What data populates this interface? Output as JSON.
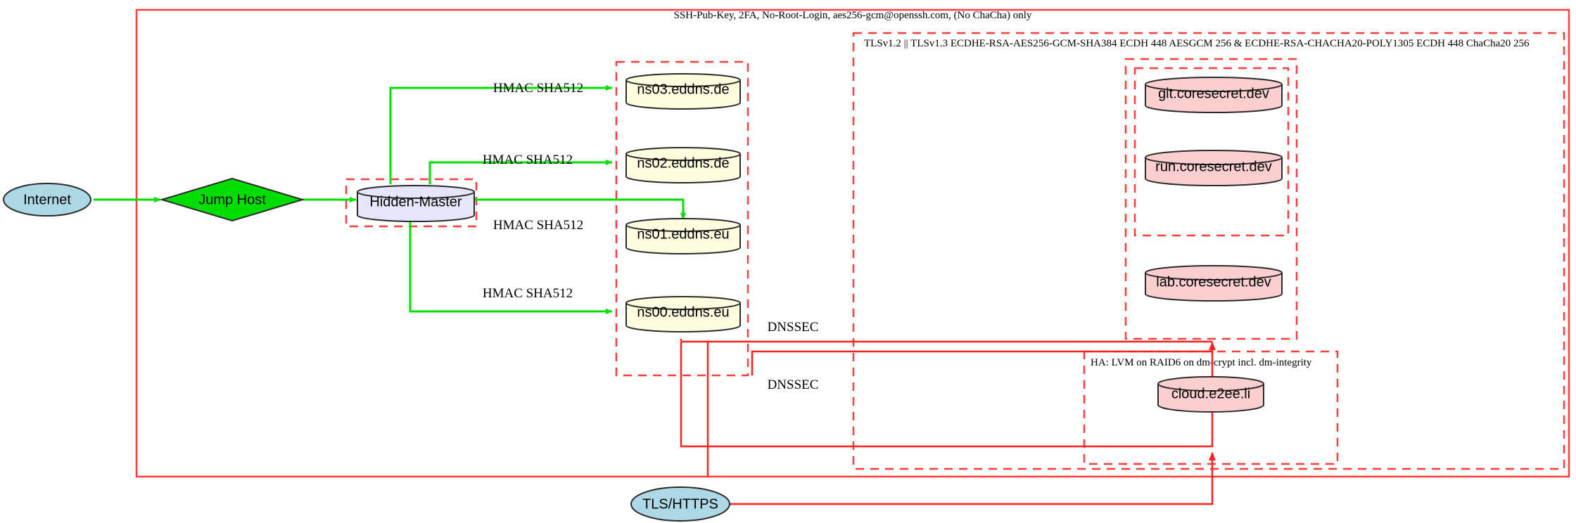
{
  "diagram": {
    "title": "Network security topology",
    "colors": {
      "cluster_border": "#ff3b3b",
      "green_edge": "#00e000",
      "red_edge": "#ff2020",
      "internet_fill": "#add8e6",
      "jumphost_fill": "#00dd00",
      "hidden_master_fill": "#e6e6fa",
      "dns_fill": "#ffffe0",
      "service_fill": "#fbcfcf",
      "node_stroke": "#2a2a2a"
    },
    "clusters": [
      {
        "id": "outer",
        "label": "SSH-Pub-Key, 2FA, No-Root-Login, aes256-gcm@openssh.com, (No ChaCha) only",
        "style": "solid"
      },
      {
        "id": "tls",
        "label": "TLSv1.2 || TLSv1.3 ECDHE-RSA-AES256-GCM-SHA384 ECDH 448 AESGCM 256 & ECDHE-RSA-CHACHA20-POLY1305 ECDH 448 ChaCha20 256",
        "style": "dashed"
      },
      {
        "id": "ha",
        "label": "HA: LVM on RAID6 on dm-crypt incl. dm-integrity",
        "style": "dashed"
      },
      {
        "id": "hidden-master-box",
        "label": "",
        "style": "dashed"
      },
      {
        "id": "dns-box",
        "label": "",
        "style": "dashed"
      },
      {
        "id": "coresecret-box",
        "label": "",
        "style": "dashed"
      },
      {
        "id": "coresecret-inner-box",
        "label": "",
        "style": "dashed"
      }
    ],
    "nodes": {
      "internet": {
        "label": "Internet",
        "shape": "ellipse"
      },
      "jump_host": {
        "label": "Jump Host",
        "shape": "diamond"
      },
      "hidden_master": {
        "label": "Hidden-Master",
        "shape": "cylinder"
      },
      "ns03": {
        "label": "ns03.eddns.de",
        "shape": "cylinder"
      },
      "ns02": {
        "label": "ns02.eddns.de",
        "shape": "cylinder"
      },
      "ns01": {
        "label": "ns01.eddns.eu",
        "shape": "cylinder"
      },
      "ns00": {
        "label": "ns00.eddns.eu",
        "shape": "cylinder"
      },
      "git": {
        "label": "git.coresecret.dev",
        "shape": "cylinder"
      },
      "run": {
        "label": "run.coresecret.dev",
        "shape": "cylinder"
      },
      "lab": {
        "label": "lab.coresecret.dev",
        "shape": "cylinder"
      },
      "cloud": {
        "label": "cloud.e2ee.li",
        "shape": "cylinder"
      },
      "tls_https": {
        "label": "TLS/HTTPS",
        "shape": "ellipse"
      }
    },
    "edge_labels": {
      "hmac_ns03": "HMAC SHA512",
      "hmac_ns02": "HMAC SHA512",
      "hmac_ns01": "HMAC SHA512",
      "hmac_ns00": "HMAC SHA512",
      "dnssec_upper": "DNSSEC",
      "dnssec_lower": "DNSSEC"
    }
  }
}
